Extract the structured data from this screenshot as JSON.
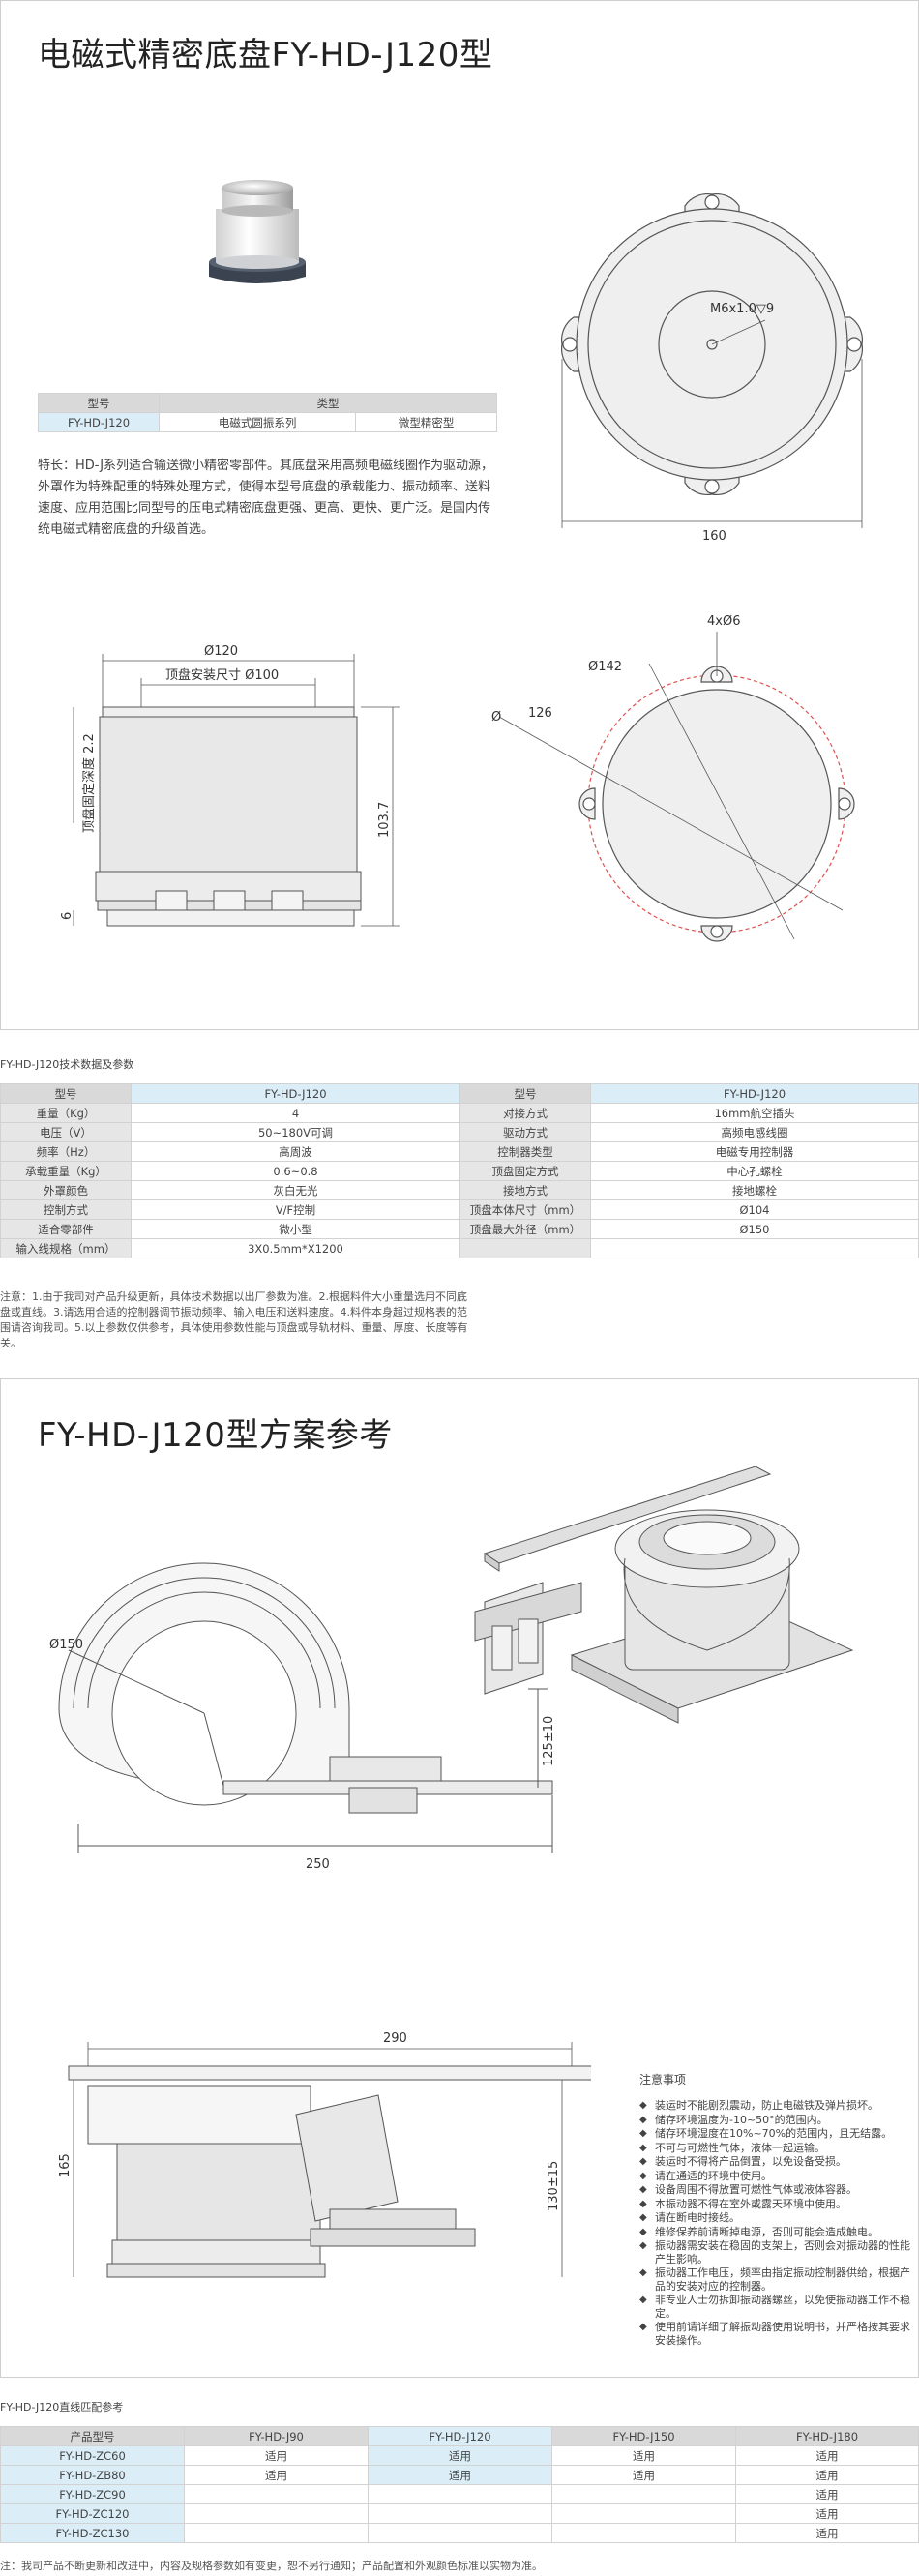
{
  "panel1": {
    "title": "电磁式精密底盘FY-HD-J120型",
    "type_table": {
      "header_model": "型号",
      "header_type": "类型",
      "model": "FY-HD-J120",
      "type1": "电磁式圆振系列",
      "type2": "微型精密型"
    },
    "description": "特长：HD-J系列适合输送微小精密零部件。其底盘采用高频电磁线圈作为驱动源，外罩作为特殊配重的特殊处理方式，使得本型号底盘的承载能力、振动频率、送料速度、应用范围比同型号的压电式精密底盘更强、更高、更快、更广泛。是国内传统电磁式精密底盘的升级首选。",
    "top_drawing": {
      "center_label": "M6x1.0▽9",
      "width": "160"
    },
    "bottom_drawing": {
      "holes": "4xØ6",
      "pcd": "Ø142",
      "diameter_symbol": "Ø",
      "diameter": "126"
    },
    "side_drawing": {
      "outer": "Ø120",
      "mount": "顶盘安装尺寸 Ø100",
      "depth": "顶盘固定深度 2.2",
      "height": "103.7",
      "base": "6"
    }
  },
  "spec": {
    "caption": "FY-HD-J120技术数据及参数",
    "header_left": "型号",
    "header_left_val": "FY-HD-J120",
    "header_right": "型号",
    "header_right_val": "FY-HD-J120",
    "rows": [
      [
        "重量（Kg）",
        "4",
        "对接方式",
        "16mm航空插头"
      ],
      [
        "电压（V）",
        "50~180V可调",
        "驱动方式",
        "高频电感线圈"
      ],
      [
        "频率（Hz）",
        "高周波",
        "控制器类型",
        "电磁专用控制器"
      ],
      [
        "承载重量（Kg）",
        "0.6~0.8",
        "顶盘固定方式",
        "中心孔螺栓"
      ],
      [
        "外罩颜色",
        "灰白无光",
        "接地方式",
        "接地螺栓"
      ],
      [
        "控制方式",
        "V/F控制",
        "顶盘本体尺寸（mm）",
        "Ø104"
      ],
      [
        "适合零部件",
        "微小型",
        "顶盘最大外径（mm）",
        "Ø150"
      ],
      [
        "输入线规格（mm）",
        "3X0.5mm*X1200",
        "",
        ""
      ]
    ],
    "notes": "注意：1.由于我司对产品升级更新，具体技术数据以出厂参数为准。2.根据料件大小重量选用不同底盘或直线。3.请选用合适的控制器调节振动频率、输入电压和送料速度。4.料件本身超过规格表的范围请咨询我司。5.以上参数仅供参考，具体使用参数性能与顶盘或导轨材料、重量、厚度、长度等有关。"
  },
  "panel3": {
    "title": "FY-HD-J120型方案参考",
    "top_view": {
      "diameter": "Ø150",
      "width": "250",
      "height": "125±10"
    },
    "side_view": {
      "width": "290",
      "left_height": "165",
      "right_height": "130±15"
    },
    "notice_title": "注意事项",
    "notice_items": [
      "装运时不能剧烈震动，防止电磁铁及弹片损坏。",
      "储存环境温度为-10~50°的范围内。",
      "储存环境湿度在10%~70%的范围内，且无结露。",
      "不可与可燃性气体，液体一起运输。",
      "装运时不得将产品倒置，以免设备受损。",
      "请在通适的环境中使用。",
      "设备周围不得放置可燃性气体或液体容器。",
      "本振动器不得在室外或露天环境中使用。",
      "请在断电时接线。",
      "维修保养前请断掉电源，否则可能会造成触电。",
      "振动器需安装在稳固的支架上，否则会对振动器的性能产生影响。",
      "振动器工作电压，频率由指定振动控制器供给，根据产品的安装对应的控制器。",
      "非专业人士勿拆卸振动器螺丝，以免使振动器工作不稳定。",
      "使用前请详细了解振动器使用说明书，并严格按其要求安装操作。"
    ]
  },
  "match": {
    "caption": "FY-HD-J120直线匹配参考",
    "headers": [
      "产品型号",
      "FY-HD-J90",
      "FY-HD-J120",
      "FY-HD-J150",
      "FY-HD-J180"
    ],
    "rows": [
      [
        "FY-HD-ZC60",
        "适用",
        "适用",
        "适用",
        "适用"
      ],
      [
        "FY-HD-ZB80",
        "适用",
        "适用",
        "适用",
        "适用"
      ],
      [
        "FY-HD-ZC90",
        "",
        "",
        "",
        "适用"
      ],
      [
        "FY-HD-ZC120",
        "",
        "",
        "",
        "适用"
      ],
      [
        "FY-HD-ZC130",
        "",
        "",
        "",
        "适用"
      ]
    ],
    "footer": "注：我司产品不断更新和改进中，内容及规格参数如有变更，恕不另行通知；产品配置和外观颜色标准以实物为准。"
  }
}
